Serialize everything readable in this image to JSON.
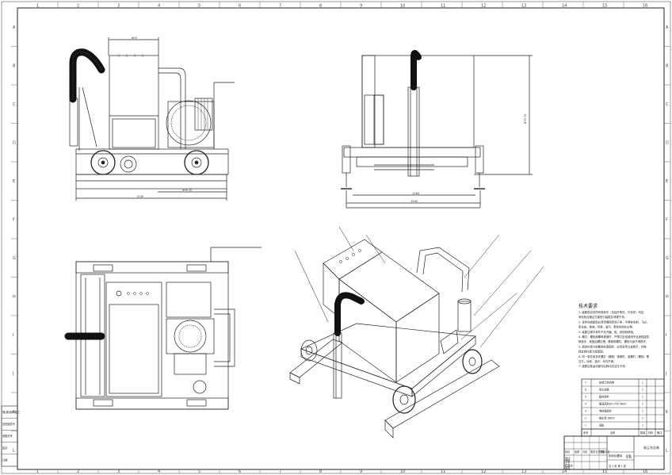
{
  "dimensions": {
    "front_top": "600",
    "front_mid": "490.15",
    "front_overall": "1200",
    "side_height": "870.72",
    "side_inner": "1260",
    "side_overall": "1500"
  },
  "notes": {
    "title": "技术要求",
    "lines": [
      "1. 装配前应将所有零部件（包括外购件、外协件）均应",
      "有检验合格证方能进行装配并清理干净。",
      "2. 零件在装配前必须清理和清洗干净，不得有毛刺、飞边、",
      "氧化皮、锈蚀、切屑、油污、着色剂和灰尘等。",
      "3. 装配过程中零件不允许磕、碰、划伤和锈蚀。",
      "4. 螺钉、螺栓和螺母紧固时，严禁打击或使用不合适的旋具",
      "和扳手，紧固后螺钉槽、螺母和螺钉、螺栓头部不得损坏。",
      "5. 规定拧紧力矩要求的紧固件，必须采用力矩扳手，并按",
      "规定的拧紧力矩紧固。",
      "6. 同一零件用多件螺钉（螺栓）紧固时，各螺钉（螺栓）需",
      "交叉、对称、逐步、均匀拧紧。",
      "7. 装配后各运动部件应转动灵活无卡滞。"
    ]
  },
  "bom": {
    "rows": [
      {
        "no": "7",
        "name": "轨道行走机构",
        "qty": "1"
      },
      {
        "no": "6",
        "name": "吸尘软管",
        "qty": "1"
      },
      {
        "no": "5",
        "name": "箱体组件",
        "qty": "1"
      },
      {
        "no": "4",
        "name": "旋涡风机HG-750 380V",
        "qty": "1"
      },
      {
        "no": "3",
        "name": "电控箱组件",
        "qty": "1"
      },
      {
        "no": "2",
        "name": "推车架 DN50",
        "qty": "1"
      },
      {
        "no": "1",
        "name": "底板",
        "qty": "1"
      }
    ],
    "header": {
      "no": "序号",
      "name": "名称",
      "qty": "数量",
      "material": "材料",
      "remark": "备注"
    }
  },
  "title_block": {
    "drawing_title": "吸尘车总装",
    "row_labels": [
      "标记",
      "处数",
      "分区",
      "更改文件号",
      "签名",
      "年月日"
    ],
    "roles": [
      "设计",
      "审核",
      "工艺",
      "标准化",
      "批准"
    ],
    "stage_labels": [
      "阶段标记",
      "重量",
      "比例"
    ],
    "scale": "1:10",
    "sheet": "共 1 张 第 1 张"
  },
  "side_table_labels": [
    "借(通)用件登记",
    "旧底图总号",
    "底图总号",
    "签字",
    "日期"
  ],
  "border": {
    "columns": [
      "1",
      "2",
      "3",
      "4",
      "5",
      "6",
      "7",
      "8",
      "9",
      "10",
      "11",
      "12",
      "13",
      "14",
      "15",
      "16"
    ],
    "rows": [
      "A",
      "B",
      "C",
      "D",
      "E",
      "F",
      "G",
      "H",
      "I",
      "J",
      "K",
      "L"
    ]
  }
}
